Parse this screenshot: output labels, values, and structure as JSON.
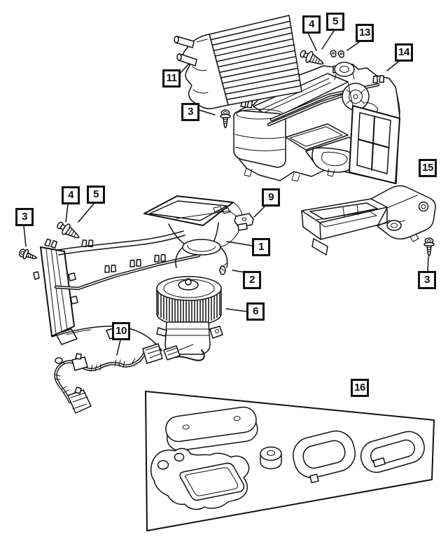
{
  "diagram": {
    "kind": "exploded-parts-diagram",
    "subject": "HVAC heater / blower housing assembly",
    "background_color": "#ffffff",
    "line_color": "#111111",
    "callout_border_color": "#111111"
  },
  "callouts": [
    {
      "label": "4"
    },
    {
      "label": "5"
    },
    {
      "label": "13"
    },
    {
      "label": "14"
    },
    {
      "label": "11"
    },
    {
      "label": "3"
    },
    {
      "label": "15"
    },
    {
      "label": "4"
    },
    {
      "label": "5"
    },
    {
      "label": "9"
    },
    {
      "label": "3"
    },
    {
      "label": "1"
    },
    {
      "label": "2"
    },
    {
      "label": "3"
    },
    {
      "label": "6"
    },
    {
      "label": "10"
    },
    {
      "label": "16"
    }
  ],
  "parts": [
    {
      "callout": "11",
      "part": "heater-core"
    },
    {
      "callout": "14",
      "part": "hvac-upper-housing"
    },
    {
      "callout": "15",
      "part": "distribution-duct"
    },
    {
      "callout": "1",
      "part": "blower-intake-housing"
    },
    {
      "callout": "6",
      "part": "blower-motor-and-wheel"
    },
    {
      "callout": "10",
      "part": "wiring-harness"
    },
    {
      "callout": "16",
      "part": "seal-gasket-kit"
    },
    {
      "callout": "3",
      "part": "screw"
    },
    {
      "callout": "4",
      "part": "stud"
    },
    {
      "callout": "5",
      "part": "washer"
    },
    {
      "callout": "13",
      "part": "retainer-clips"
    },
    {
      "callout": "9",
      "part": "resistor-block"
    },
    {
      "callout": "2",
      "part": "retainer-clip"
    }
  ]
}
